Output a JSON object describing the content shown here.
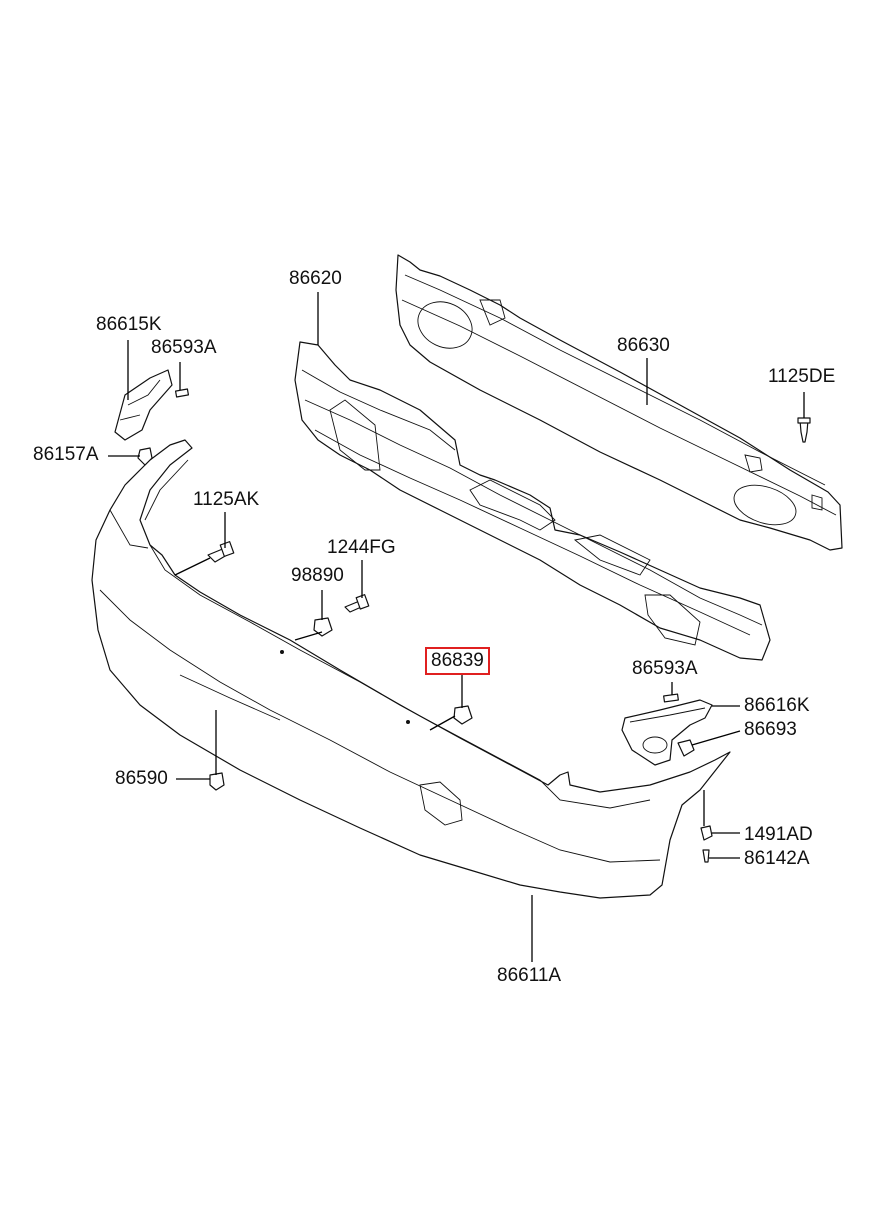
{
  "labels": {
    "p86620": "86620",
    "p86630": "86630",
    "p1125DE": "1125DE",
    "p86615K": "86615K",
    "p86593A_left": "86593A",
    "p86157A": "86157A",
    "p1125AK": "1125AK",
    "p1244FG": "1244FG",
    "p98890": "98890",
    "p86839": "86839",
    "p86593A_right": "86593A",
    "p86616K": "86616K",
    "p86693": "86693",
    "p86590": "86590",
    "p1491AD": "1491AD",
    "p86142A": "86142A",
    "p86611A": "86611A"
  },
  "highlighted_part": "86839",
  "colors": {
    "highlight": "#e02020",
    "line": "#111111"
  }
}
